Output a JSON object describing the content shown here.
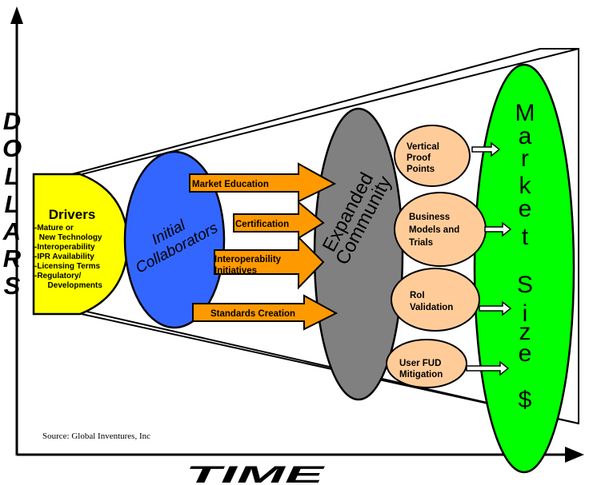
{
  "axes": {
    "y_label_letters": [
      "D",
      "O",
      "L",
      "L",
      "A",
      "R",
      "S"
    ],
    "x_label": "TIME"
  },
  "drivers": {
    "title": "Drivers",
    "items": [
      "-Mature or",
      " New Technology",
      "-Interoperability",
      "-IPR Availability",
      "-Licensing Terms",
      "-Regulatory/",
      "  Developments"
    ],
    "color": "#ffff00"
  },
  "initial_collaborators": {
    "line1": "Initial",
    "line2": "Collaborators",
    "color": "#3366ff"
  },
  "arrows": [
    {
      "label": "Market Education"
    },
    {
      "label": "Certification"
    },
    {
      "label_line1": "Interoperability",
      "label_line2": "Initiatives"
    },
    {
      "label": "Standards Creation"
    }
  ],
  "arrow_color": "#ff9900",
  "expanded_community": {
    "line1": "Expanded",
    "line2": "Community",
    "color": "#808080"
  },
  "outcomes": [
    {
      "lines": [
        "Vertical",
        "Proof",
        "Points"
      ]
    },
    {
      "lines": [
        "Business",
        "Models and",
        "Trials"
      ]
    },
    {
      "lines": [
        "RoI",
        "Validation"
      ]
    },
    {
      "lines": [
        "User FUD",
        "Mitigation"
      ]
    }
  ],
  "outcome_color": "#ffcc99",
  "market_size": {
    "letters": [
      "M",
      "a",
      "r",
      "k",
      "e",
      "t",
      "S",
      "i",
      "z",
      "e",
      "$"
    ],
    "color": "#00ff00"
  },
  "source": "Source: Global Inventures, Inc"
}
